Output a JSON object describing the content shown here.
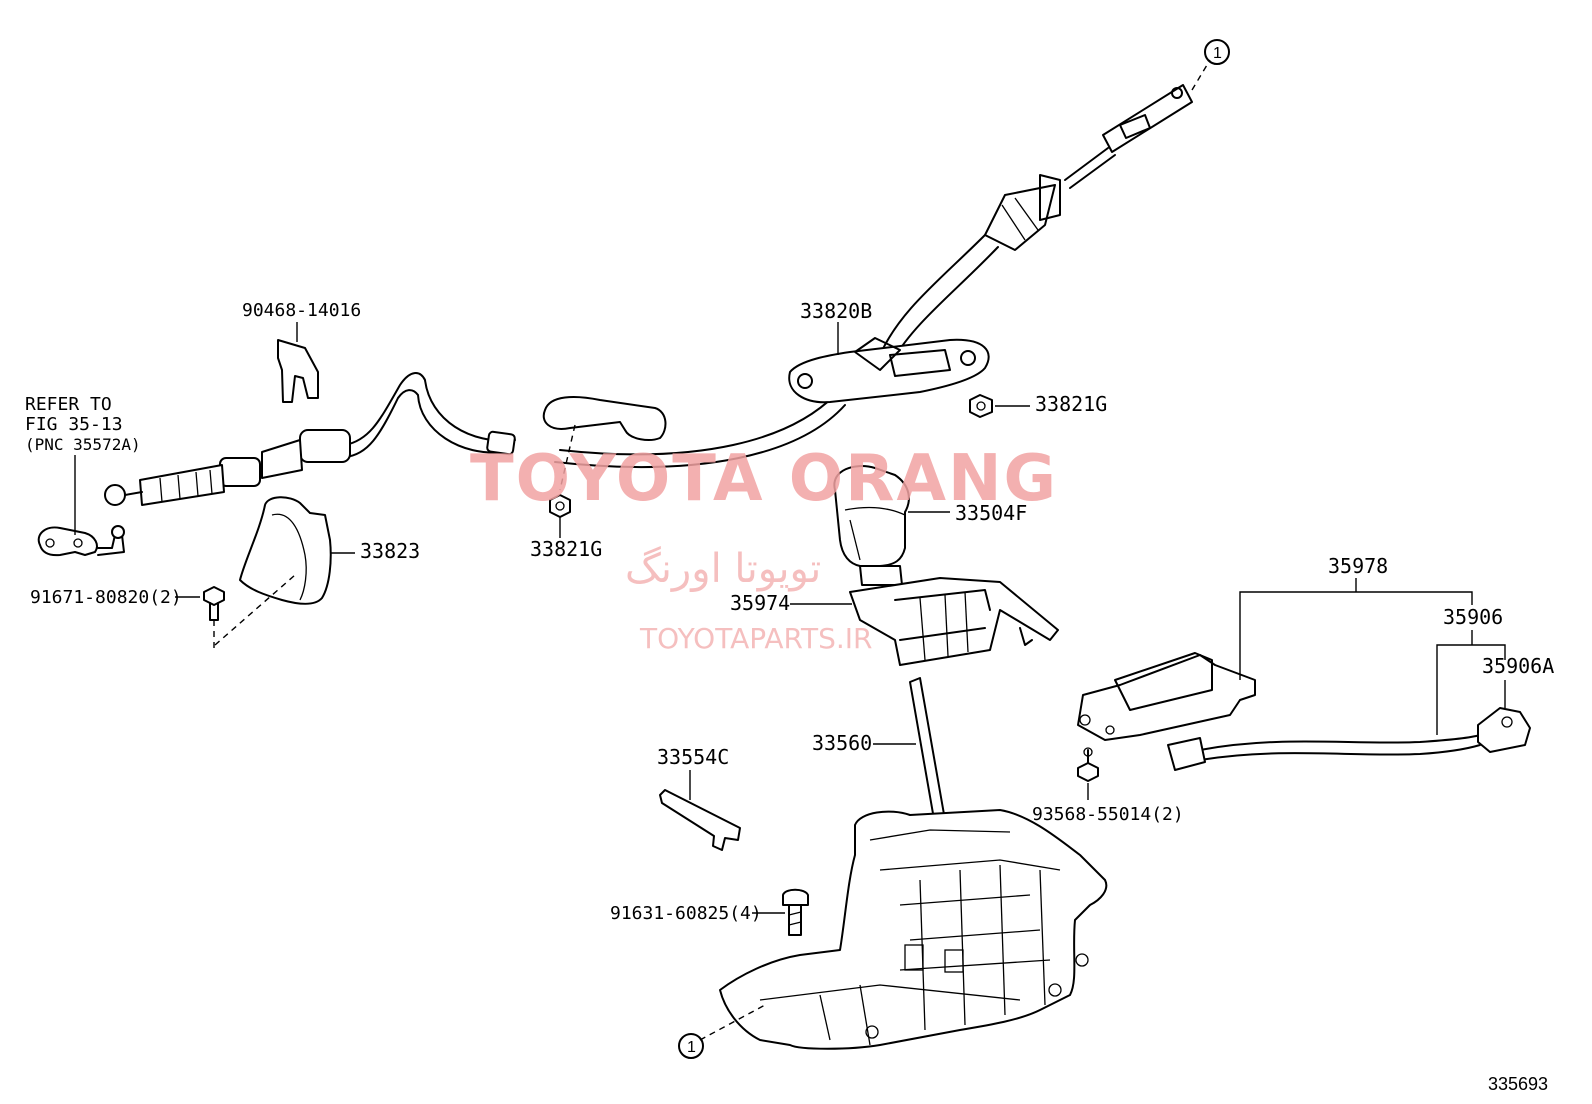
{
  "labels": {
    "p_90468": "90468-14016",
    "p_33820b": "33820B",
    "p_33821g_a": "33821G",
    "p_33821g_b": "33821G",
    "p_33823": "33823",
    "p_91671": "91671-80820(2)",
    "p_33504f": "33504F",
    "p_35974": "35974",
    "p_35978": "35978",
    "p_35906": "35906",
    "p_35906a": "35906A",
    "p_33560": "33560",
    "p_33554c": "33554C",
    "p_93568": "93568-55014(2)",
    "p_91631": "91631-60825(4)"
  },
  "refer": {
    "line1": "REFER TO",
    "line2": "FIG 35-13",
    "line3": "(PNC 35572A)"
  },
  "markers": {
    "top": "1",
    "bottom": "1"
  },
  "figure_number": "335693",
  "watermark": {
    "title": "TOYOTA ORANG",
    "persian": "تویوتا اورنگ",
    "site": "TOYOTAPARTS.IR"
  },
  "colors": {
    "watermark": "#f2a3a3",
    "line": "#000000",
    "background": "#ffffff"
  }
}
